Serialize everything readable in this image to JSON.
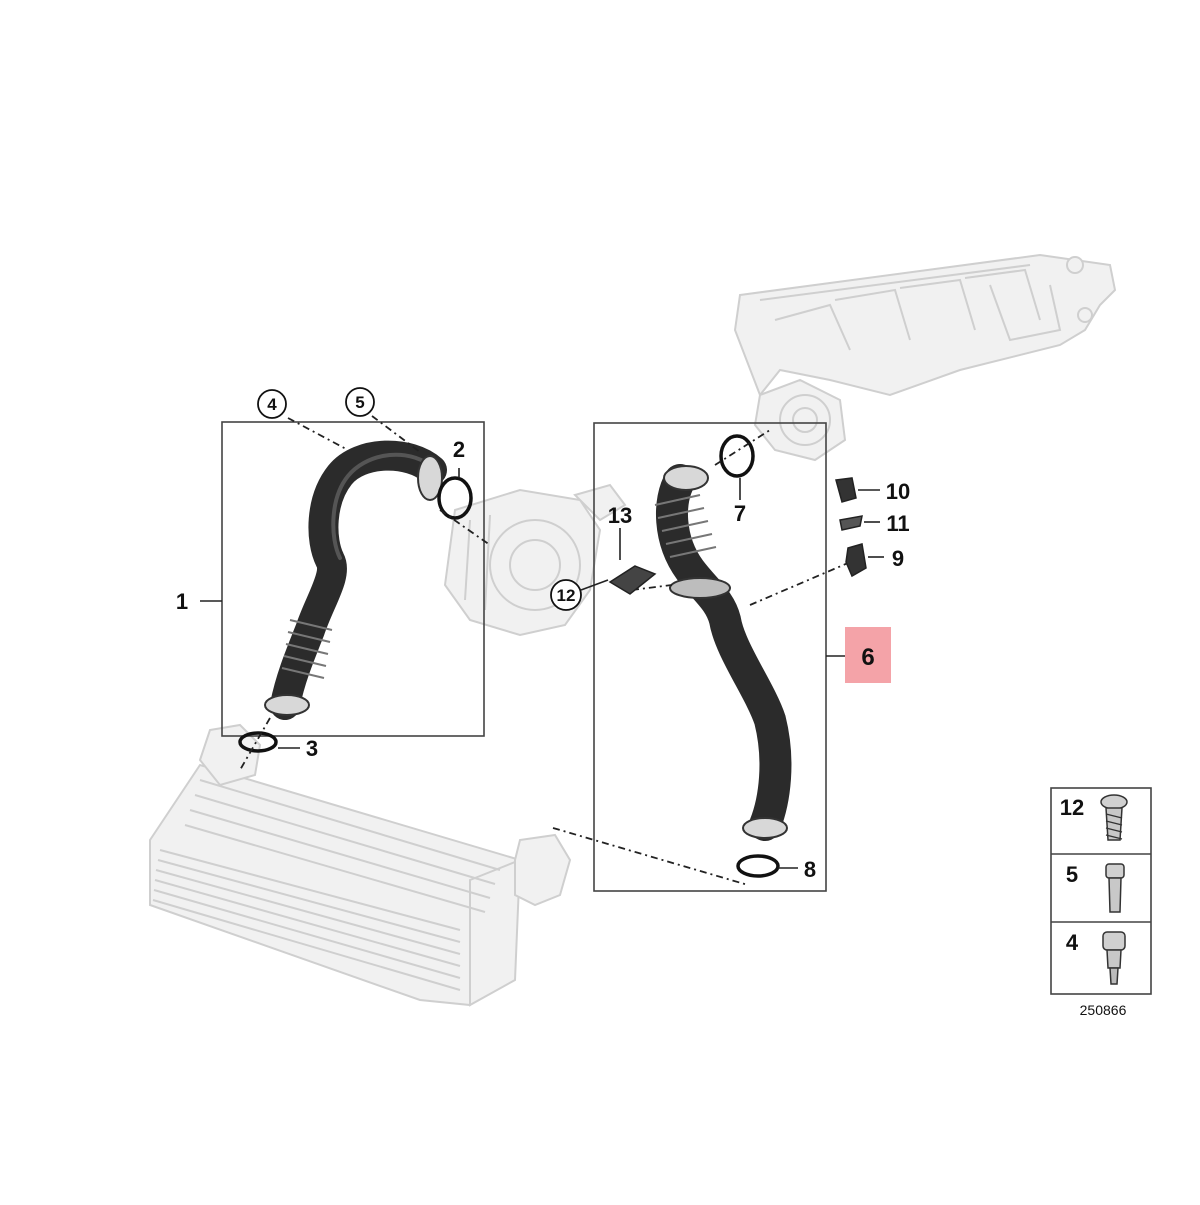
{
  "diagram": {
    "labels": {
      "l1": "1",
      "l2": "2",
      "l3": "3",
      "l4": "4",
      "l5": "5",
      "l6": "6",
      "l7": "7",
      "l8": "8",
      "l9": "9",
      "l10": "10",
      "l11": "11",
      "l12": "12",
      "l13": "13"
    },
    "highlight_color": "#f4a3a8",
    "legend": {
      "rows": [
        {
          "label": "12",
          "icon": "pan-head-screw-icon"
        },
        {
          "label": "5",
          "icon": "hex-socket-bolt-icon"
        },
        {
          "label": "4",
          "icon": "shoulder-bolt-icon"
        }
      ]
    },
    "reference_number": "250866"
  }
}
